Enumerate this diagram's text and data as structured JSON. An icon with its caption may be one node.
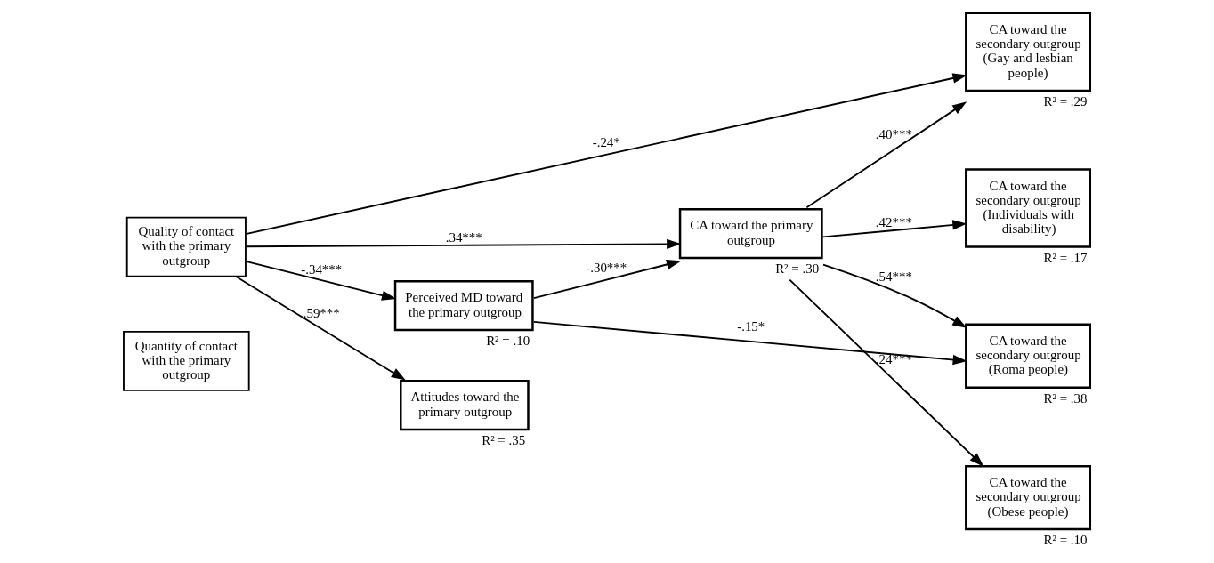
{
  "diagram": {
    "nodes": [
      {
        "text": [
          "Quality of contact with the primary outgroup"
        ]
      },
      {
        "text": [
          "Quantity of contact with the primary outgroup"
        ]
      },
      {
        "text": [
          "Perceived MD toward the primary outgroup"
        ],
        "beside": [
          "R² = .10"
        ]
      },
      {
        "text": [
          "CA toward the primary outgroup"
        ],
        "beside": [
          "R² = .30"
        ]
      },
      {
        "text": [
          "Attitudes toward the primary outgroup"
        ],
        "beside": [
          "R² = .35"
        ]
      },
      {
        "text": [
          "CA toward the secondary outgroup",
          "(Gay and lesbian people)"
        ],
        "beside": [
          "R² = .29"
        ]
      },
      {
        "text": [
          "CA toward the secondary outgroup",
          "(Individuals with disability)"
        ],
        "beside": [
          "R² = .17"
        ]
      },
      {
        "text": [
          "CA toward the secondary outgroup",
          "(Roma people)"
        ],
        "beside": [
          "R² = .38"
        ]
      },
      {
        "text": [
          "CA toward the secondary outgroup",
          "(Obese people)"
        ],
        "beside": [
          "R² = .10"
        ]
      }
    ],
    "edges": [
      {
        "from": 0,
        "to": 5,
        "arrow": "to",
        "label": "-.24*"
      },
      {
        "from": 0,
        "to": 3,
        "arrow": "to",
        "label": ".34***"
      },
      {
        "from": 0,
        "to": 2,
        "arrow": "to",
        "label": "-.34***"
      },
      {
        "from": 2,
        "to": 3,
        "arrow": "to",
        "label": "-.30***"
      },
      {
        "from": 2,
        "to": 7,
        "arrow": "to",
        "label": "-.15*"
      },
      {
        "from": 3,
        "to": 5,
        "arrow": "to",
        "label": ".40***"
      },
      {
        "from": 3,
        "to": 6,
        "arrow": "to",
        "label": ".42***"
      },
      {
        "from": 3,
        "to": 7,
        "arrow": "to",
        "label": ".54***"
      },
      {
        "from": 3,
        "to": 8,
        "arrow": "to",
        "label": ".24***"
      },
      {
        "from": 0,
        "to": 4,
        "arrow": "to",
        "label": ".59***"
      }
    ]
  }
}
